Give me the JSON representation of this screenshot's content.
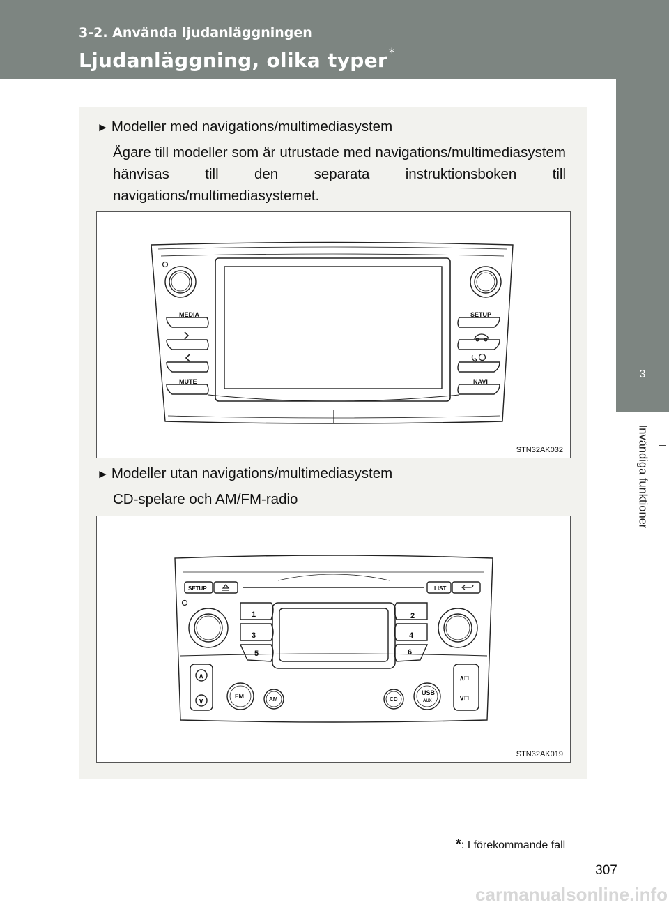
{
  "header": {
    "section_label": "3-2. Använda ljudanläggningen",
    "title": "Ljudanläggning, olika typer",
    "title_mark": "*"
  },
  "side_tab": {
    "chapter_number": "3",
    "chapter_title": "Invändiga funktioner"
  },
  "sections": [
    {
      "bullet": "Modeller med navigations/multimediasystem",
      "description": "Ägare till modeller som är utrustade med navigations/multimediasystem hänvisas till den separata instruktionsboken till navigations/multimediasystemet.",
      "figure": {
        "code": "STN32AK032",
        "buttons_left": [
          "MEDIA",
          ">",
          "<",
          "MUTE"
        ],
        "buttons_right": [
          "SETUP",
          "car-icon",
          "phone-icon",
          "NAVI"
        ]
      }
    },
    {
      "bullet": "Modeller utan navigations/multimediasystem",
      "description": "CD-spelare och AM/FM-radio",
      "figure": {
        "code": "STN32AK019",
        "top_buttons": [
          "SETUP",
          "eject-icon",
          "LIST",
          "back-icon"
        ],
        "presets_left": [
          "1",
          "3",
          "5"
        ],
        "presets_right": [
          "2",
          "4",
          "6"
        ],
        "round_buttons": [
          "FM",
          "AM",
          "CD",
          "USB",
          "AUX"
        ]
      }
    }
  ],
  "footnote": {
    "mark": "*",
    "text": ": I förekommande fall"
  },
  "page_number": "307",
  "watermark": "carmanualsonline.info"
}
